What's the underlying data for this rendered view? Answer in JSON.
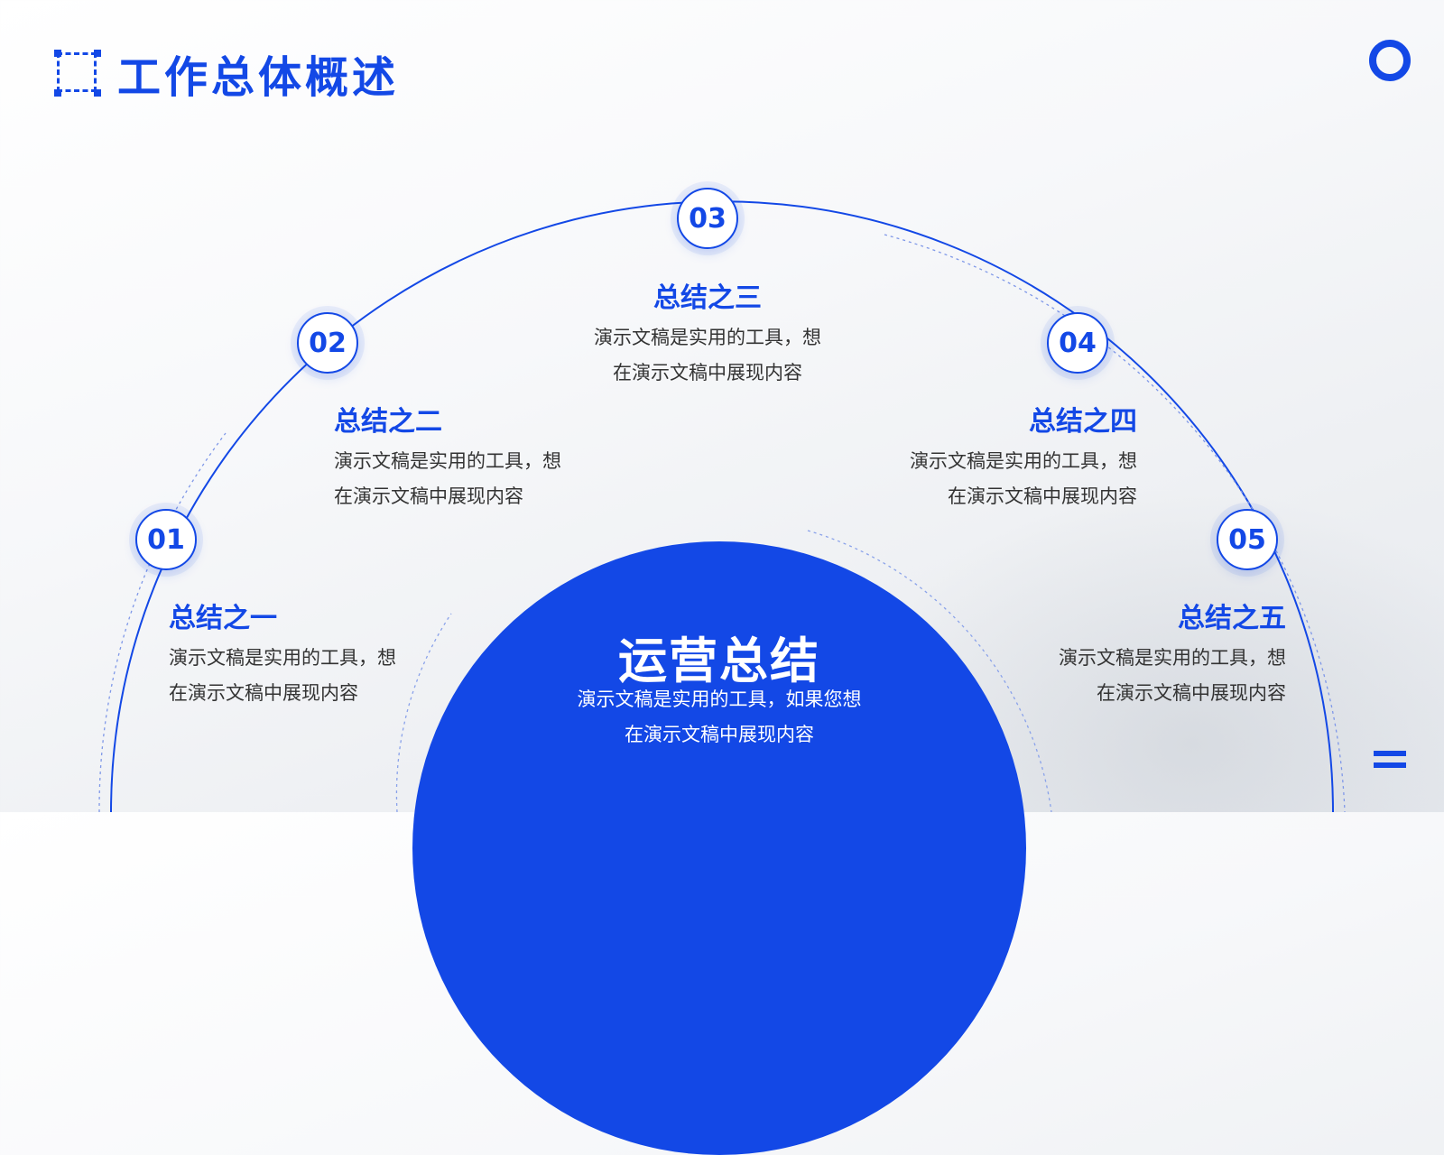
{
  "page": {
    "title": "工作总体概述"
  },
  "center": {
    "title": "运营总结",
    "desc_line1": "演示文稿是实用的工具，如果您想",
    "desc_line2": "在演示文稿中展现内容"
  },
  "items": [
    {
      "num": "01",
      "title": "总结之一",
      "line1": "演示文稿是实用的工具，想",
      "line2": "在演示文稿中展现内容"
    },
    {
      "num": "02",
      "title": "总结之二",
      "line1": "演示文稿是实用的工具，想",
      "line2": "在演示文稿中展现内容"
    },
    {
      "num": "03",
      "title": "总结之三",
      "line1": "演示文稿是实用的工具，想",
      "line2": "在演示文稿中展现内容"
    },
    {
      "num": "04",
      "title": "总结之四",
      "line1": "演示文稿是实用的工具，想",
      "line2": "在演示文稿中展现内容"
    },
    {
      "num": "05",
      "title": "总结之五",
      "line1": "演示文稿是实用的工具，想",
      "line2": "在演示文稿中展现内容"
    }
  ],
  "colors": {
    "accent": "#1348e6",
    "text": "#333333",
    "background": "#f4f6f9"
  }
}
